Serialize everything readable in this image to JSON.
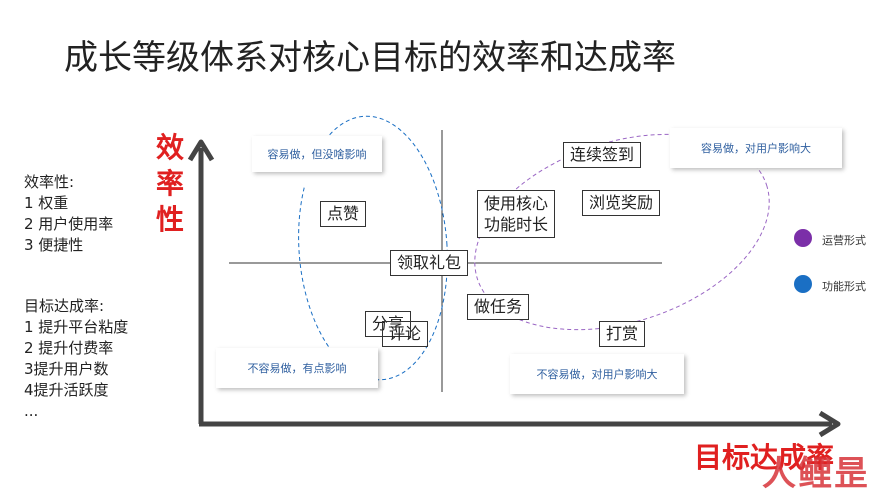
{
  "title": "成长等级体系对核心目标的效率和达成率",
  "y_axis_label": [
    "效",
    "率",
    "性"
  ],
  "x_axis_label": "目标达成率",
  "efficiency": {
    "heading": "效率性:",
    "items": [
      "1 权重",
      "2 用户使用率",
      "3 便捷性"
    ]
  },
  "goal": {
    "heading": "目标达成率:",
    "items": [
      "1 提升平台粘度",
      "2 提升付费率",
      "3提升用户数",
      "4提升活跃度",
      "..."
    ]
  },
  "nodes": {
    "dianzan": "点赞",
    "lianxu": "连续签到",
    "shiyong_1": "使用核心",
    "shiyong_2": "功能时长",
    "liulan": "浏览奖励",
    "lingqu": "领取礼包",
    "zuorenwu": "做任务",
    "fenxiang": "分享",
    "pinglun": "评论",
    "dashang": "打赏"
  },
  "callouts": {
    "top_left": "容易做，但没啥影响",
    "top_right": "容易做，对用户影响大",
    "bottom_left": "不容易做，有点影响",
    "bottom_right": "不容易做，对用户影响大"
  },
  "legend": {
    "operation": "运营形式",
    "function": "功能形式"
  },
  "colors": {
    "operation": "#7b2fa8",
    "function": "#1a6fc4",
    "axis_label": "#e02020"
  },
  "watermark": "人鲤昰"
}
